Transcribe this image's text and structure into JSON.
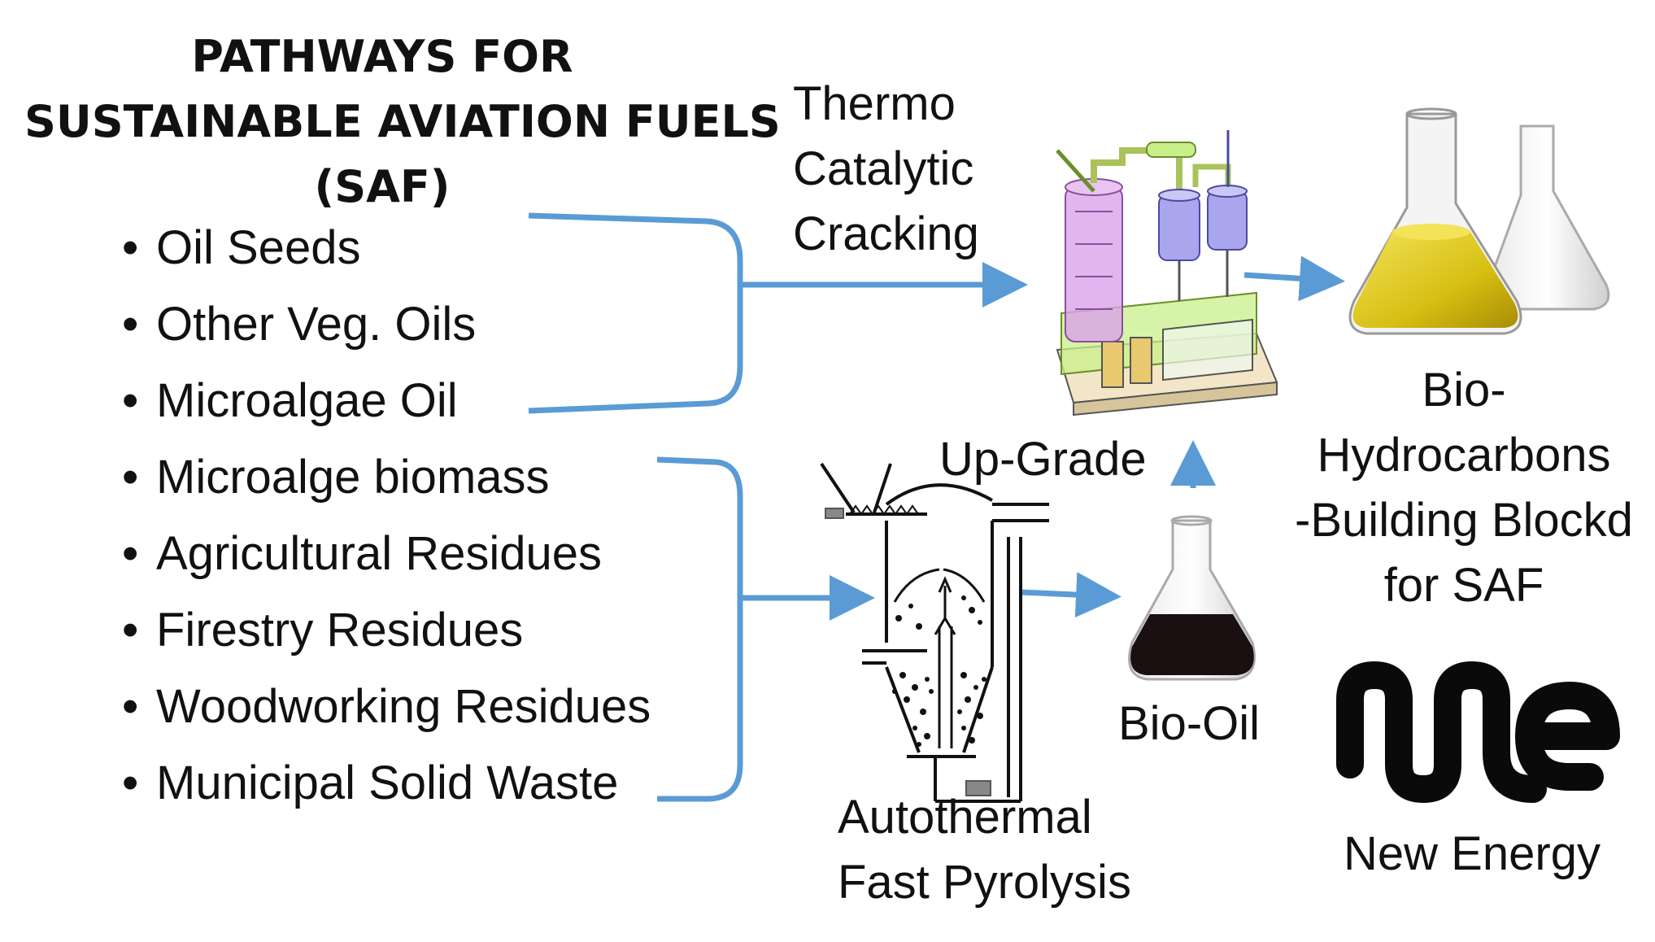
{
  "title": {
    "line1": "PATHWAYS FOR",
    "line2": "SUSTAINABLE AVIATION FUELS",
    "line3": "(SAF)"
  },
  "feedstocks": [
    "Oil Seeds",
    "Other Veg. Oils",
    "Microalgae  Oil",
    "Microalge biomass",
    "Agricultural Residues",
    "Firestry Residues",
    "Woodworking Residues",
    "Municipal Solid Waste"
  ],
  "processes": {
    "tcc": [
      "Thermo",
      "Catalytic",
      "Cracking"
    ],
    "pyrolysis": [
      "Autothermal",
      "Fast Pyrolysis"
    ],
    "upgrade": "Up-Grade"
  },
  "products": {
    "bio_oil": "Bio-Oil",
    "bio_hydrocarbons": [
      "Bio-",
      "Hydrocarbons",
      "-Building Blockd",
      "for SAF"
    ]
  },
  "logo": {
    "text": "New Energy",
    "mark": "ne"
  },
  "colors": {
    "arrow": "#5b9bd5",
    "fuel": "#d7bf12",
    "bio_oil": "#1a1012",
    "reactor_purple": "#d9a3e8",
    "frame_green": "#c9ef8a",
    "vessel_blue": "#a9a6ee"
  }
}
